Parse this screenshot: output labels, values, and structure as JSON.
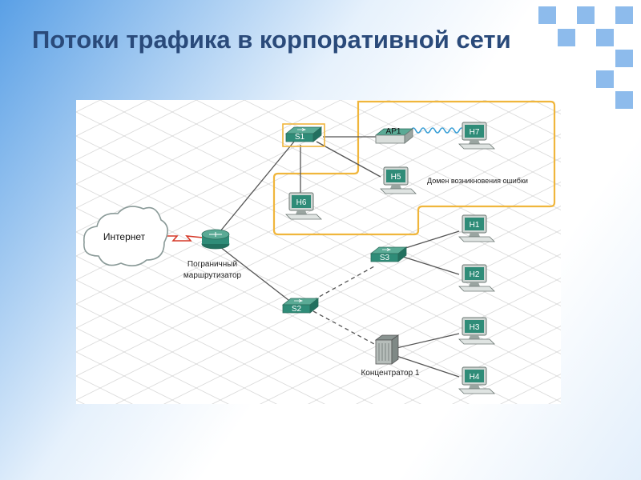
{
  "slide": {
    "title": "Потоки трафика в корпоративной сети"
  },
  "diagram": {
    "cloud_label": "Интернет",
    "router_label_line1": "Пограничный",
    "router_label_line2": "маршрутизатор",
    "s1": "S1",
    "s2": "S2",
    "s3": "S3",
    "ap1": "AP1",
    "hub_label": "Концентратор 1",
    "failure_domain": "Домен возникновения ошибки",
    "h1": "H1",
    "h2": "H2",
    "h3": "H3",
    "h4": "H4",
    "h5": "H5",
    "h6": "H6",
    "h7": "H7"
  },
  "colors": {
    "title": "#2a4a7a",
    "domain_outline": "#f0b63c",
    "device_green": "#2f8c78",
    "deco_blue": "#8dbbec"
  }
}
